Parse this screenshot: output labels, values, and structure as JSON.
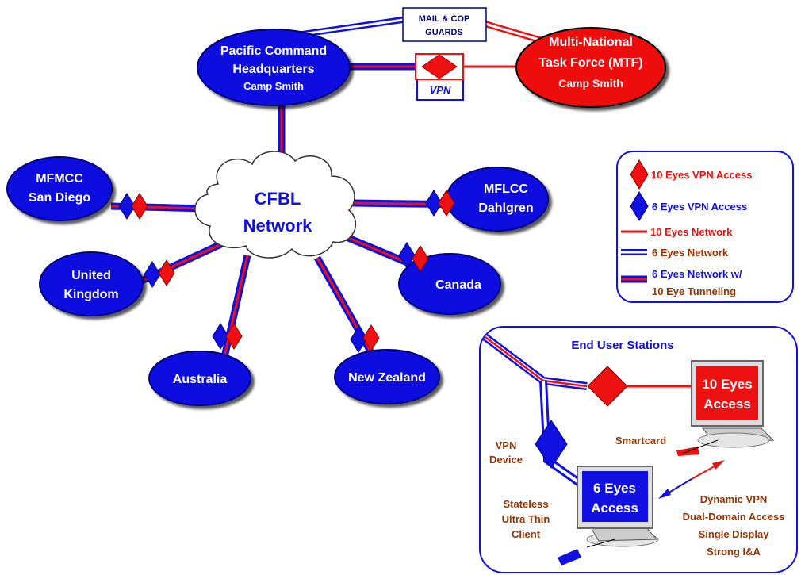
{
  "hq": {
    "line1": "Pacific Command",
    "line2": "Headquarters",
    "line3": "Camp Smith"
  },
  "mtf": {
    "line1": "Multi-National",
    "line2": "Task Force (MTF)",
    "line3": "Camp Smith"
  },
  "guards": {
    "line1": "MAIL & COP",
    "line2": "GUARDS"
  },
  "vpn_label": "VPN",
  "cloud": {
    "line1": "CFBL",
    "line2": "Network"
  },
  "nodes": {
    "mfmcc": {
      "line1": "MFMCC",
      "line2": "San Diego"
    },
    "uk": {
      "line1": "United",
      "line2": "Kingdom"
    },
    "australia": {
      "line1": "Australia"
    },
    "newzealand": {
      "line1": "New Zealand"
    },
    "canada": {
      "line1": "Canada"
    },
    "mflcc": {
      "line1": "MFLCC",
      "line2": "Dahlgren"
    }
  },
  "legend": {
    "item1": "10 Eyes VPN Access",
    "item2": "6 Eyes VPN Access",
    "item3": "10 Eyes Network",
    "item4": "6 Eyes Network",
    "item5a": "6 Eyes Network w/",
    "item5b": "10 Eye Tunneling"
  },
  "enduser": {
    "title": "End User Stations",
    "monitor10": {
      "line1": "10 Eyes",
      "line2": "Access"
    },
    "monitor6": {
      "line1": "6 Eyes",
      "line2": "Access"
    },
    "smartcard": "Smartcard",
    "vpn_device": {
      "line1": "VPN",
      "line2": "Device"
    },
    "client": {
      "line1": "Stateless",
      "line2": "Ultra Thin",
      "line3": "Client"
    },
    "features": {
      "line1": "Dynamic VPN",
      "line2": "Dual-Domain Access",
      "line3": "Single Display",
      "line4": "Strong I&A"
    }
  },
  "colors": {
    "blue": "#1010e0",
    "red": "#ee1111",
    "navy": "#000080",
    "brown": "#993300",
    "cloud": "#ffffff"
  }
}
